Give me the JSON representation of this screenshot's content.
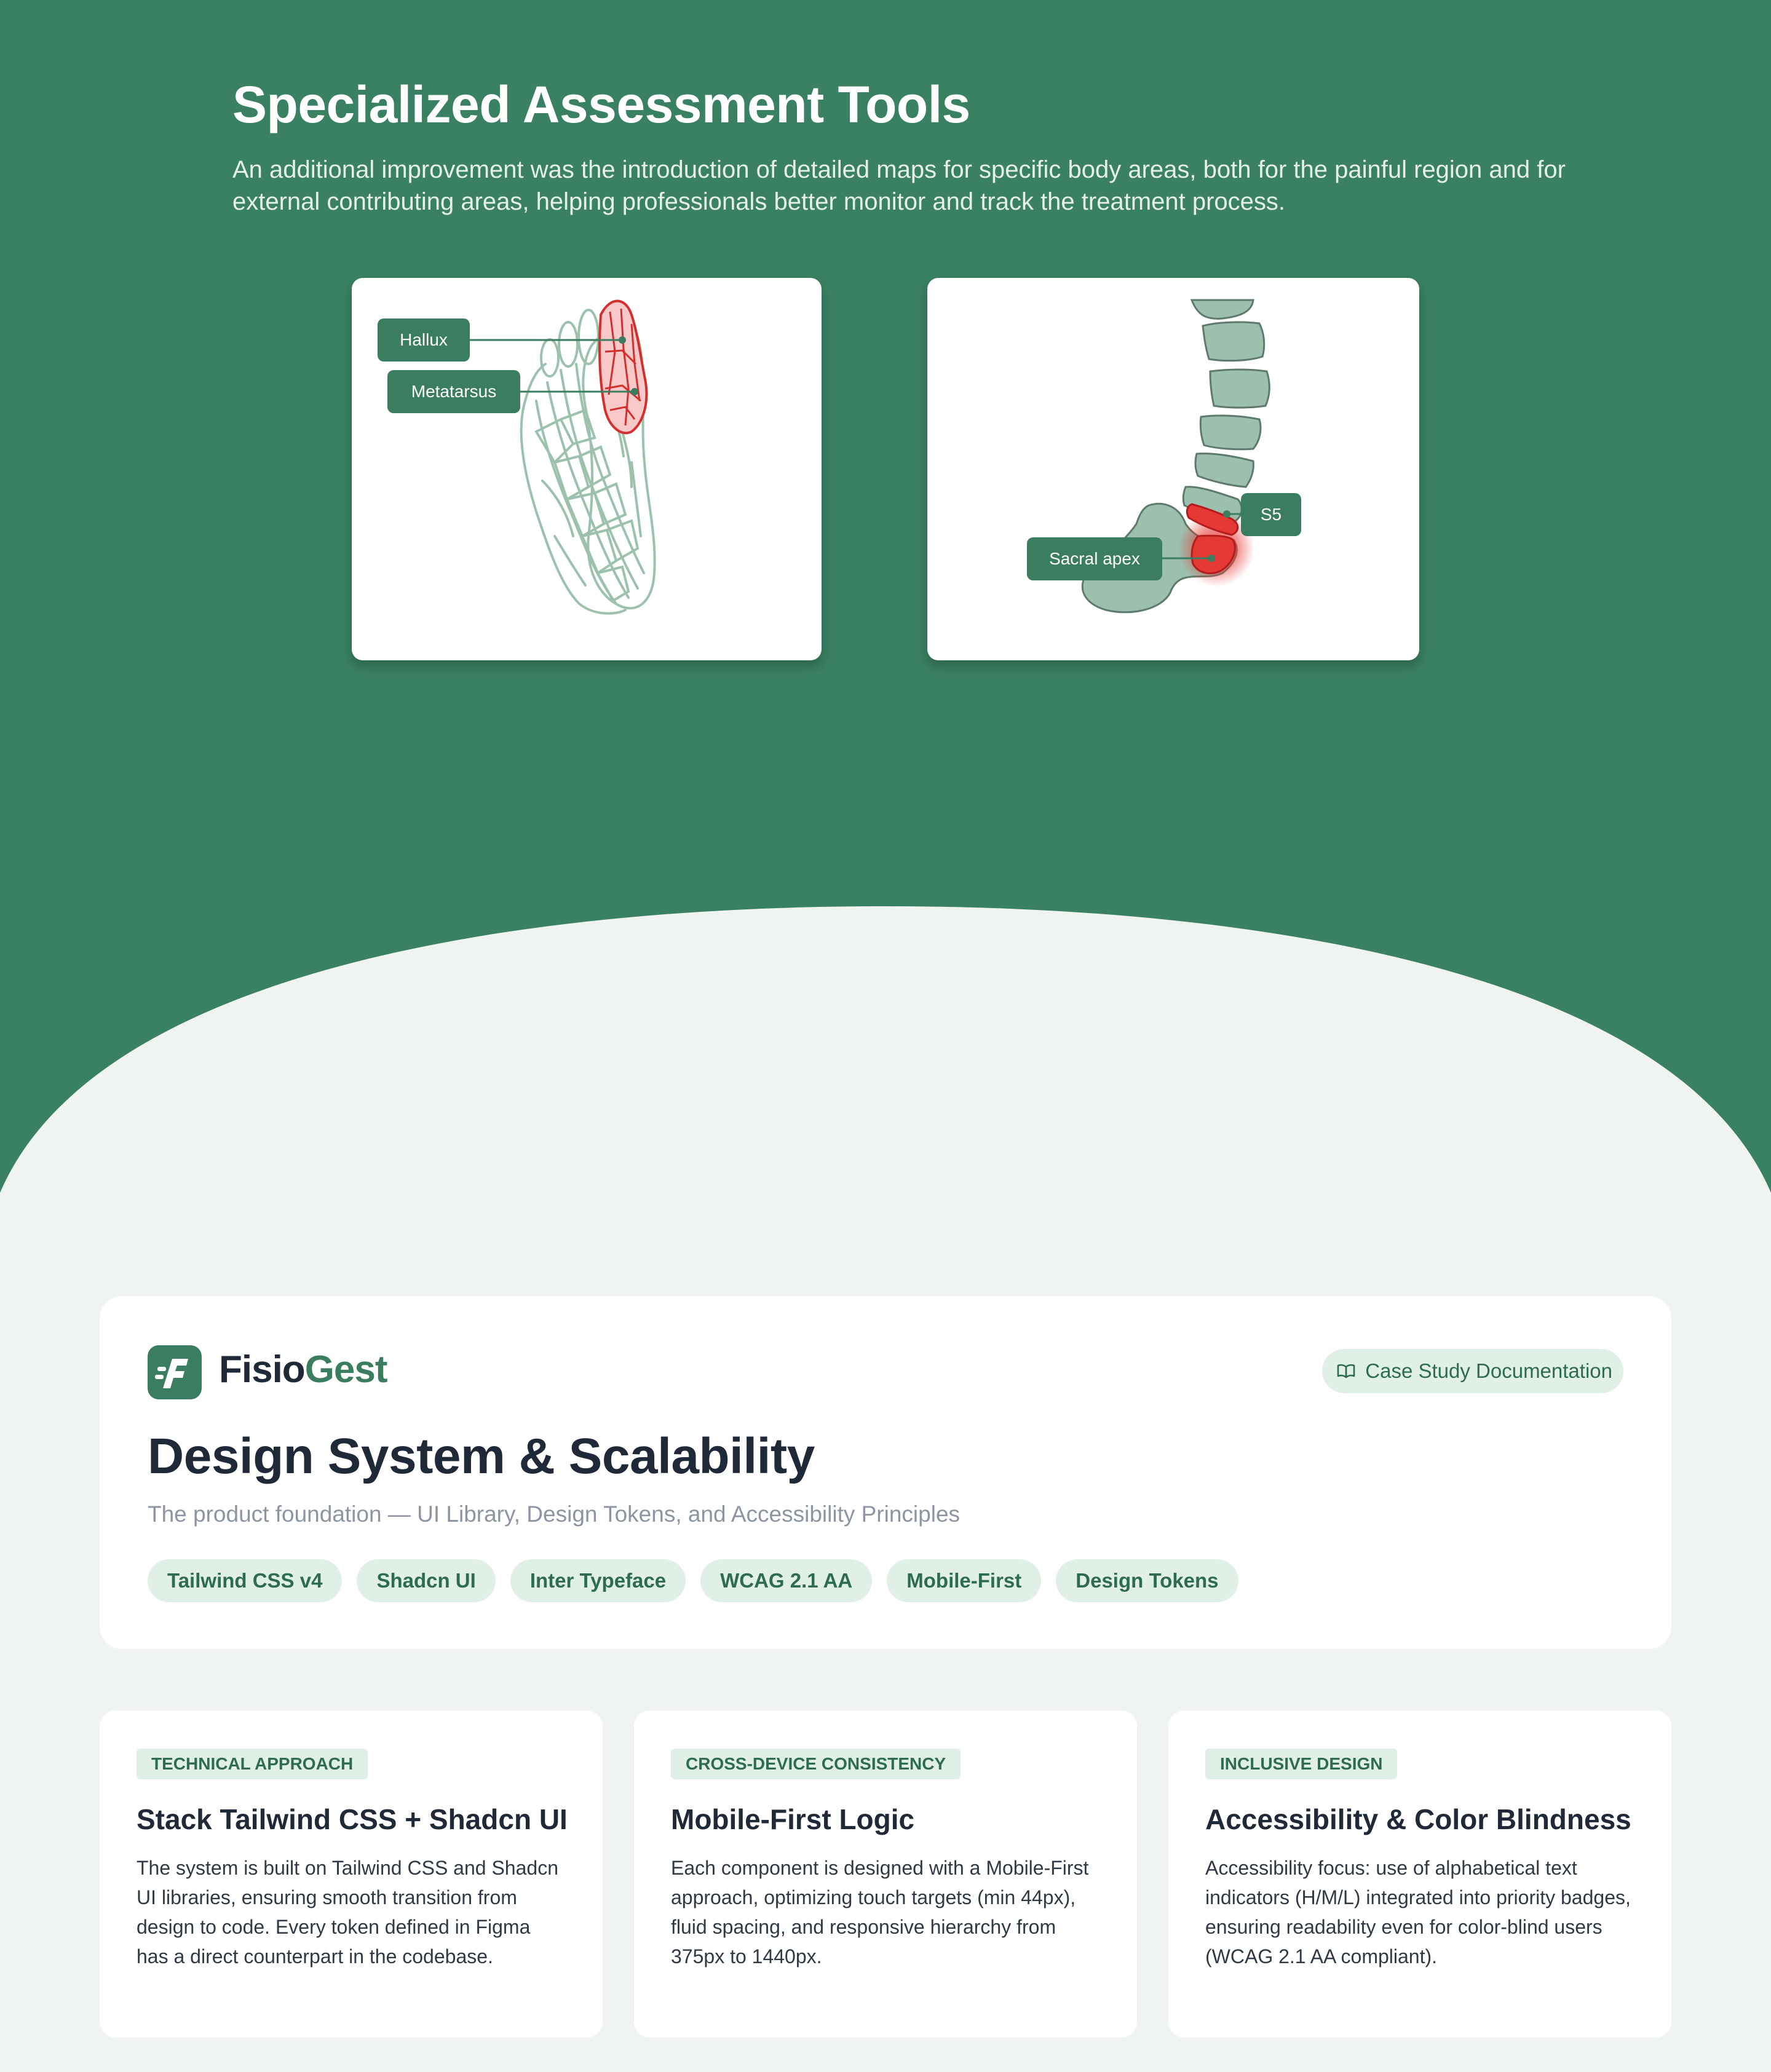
{
  "hero": {
    "title": "Specialized Assessment Tools",
    "description": "An additional improvement was the introduction of detailed maps for specific body areas, both for the painful region and for external contributing areas, helping professionals better monitor and track the treatment process."
  },
  "foot_map": {
    "labels": [
      "Hallux",
      "Metatarsus"
    ]
  },
  "spine_map": {
    "labels": [
      "S5",
      "Sacral apex"
    ]
  },
  "brand": {
    "name_part1": "Fisio",
    "name_part2": "Gest"
  },
  "doc_badge": {
    "label": "Case Study Documentation",
    "icon": "book-icon"
  },
  "design_system": {
    "title": "Design System & Scalability",
    "subtitle": "The product foundation — UI Library, Design Tokens, and Accessibility Principles",
    "tags": [
      "Tailwind CSS v4",
      "Shadcn UI",
      "Inter Typeface",
      "WCAG 2.1 AA",
      "Mobile-First",
      "Design Tokens"
    ]
  },
  "features": [
    {
      "eyebrow": "TECHNICAL APPROACH",
      "title": "Stack Tailwind CSS + Shadcn UI",
      "body": "The system is built on Tailwind CSS and Shadcn UI libraries, ensuring smooth transition from design to code. Every token defined in Figma has a direct counterpart in the codebase."
    },
    {
      "eyebrow": "CROSS-DEVICE CONSISTENCY",
      "title": "Mobile-First Logic",
      "body": "Each component is designed with a Mobile-First approach, optimizing touch targets (min 44px), fluid spacing, and responsive hierarchy from 375px to 1440px."
    },
    {
      "eyebrow": "INCLUSIVE DESIGN",
      "title": "Accessibility & Color Blindness",
      "body": "Accessibility focus: use of alphabetical text indicators (H/M/L) integrated into priority badges, ensuring readability even for color-blind users (WCAG 2.1 AA compliant)."
    }
  ],
  "colors": {
    "hero_green": "#3a8062",
    "brand_green": "#3a7d60",
    "tag_bg": "#e1f0e7",
    "page_bg": "#eff4f0",
    "pain_red": "#e53935"
  }
}
